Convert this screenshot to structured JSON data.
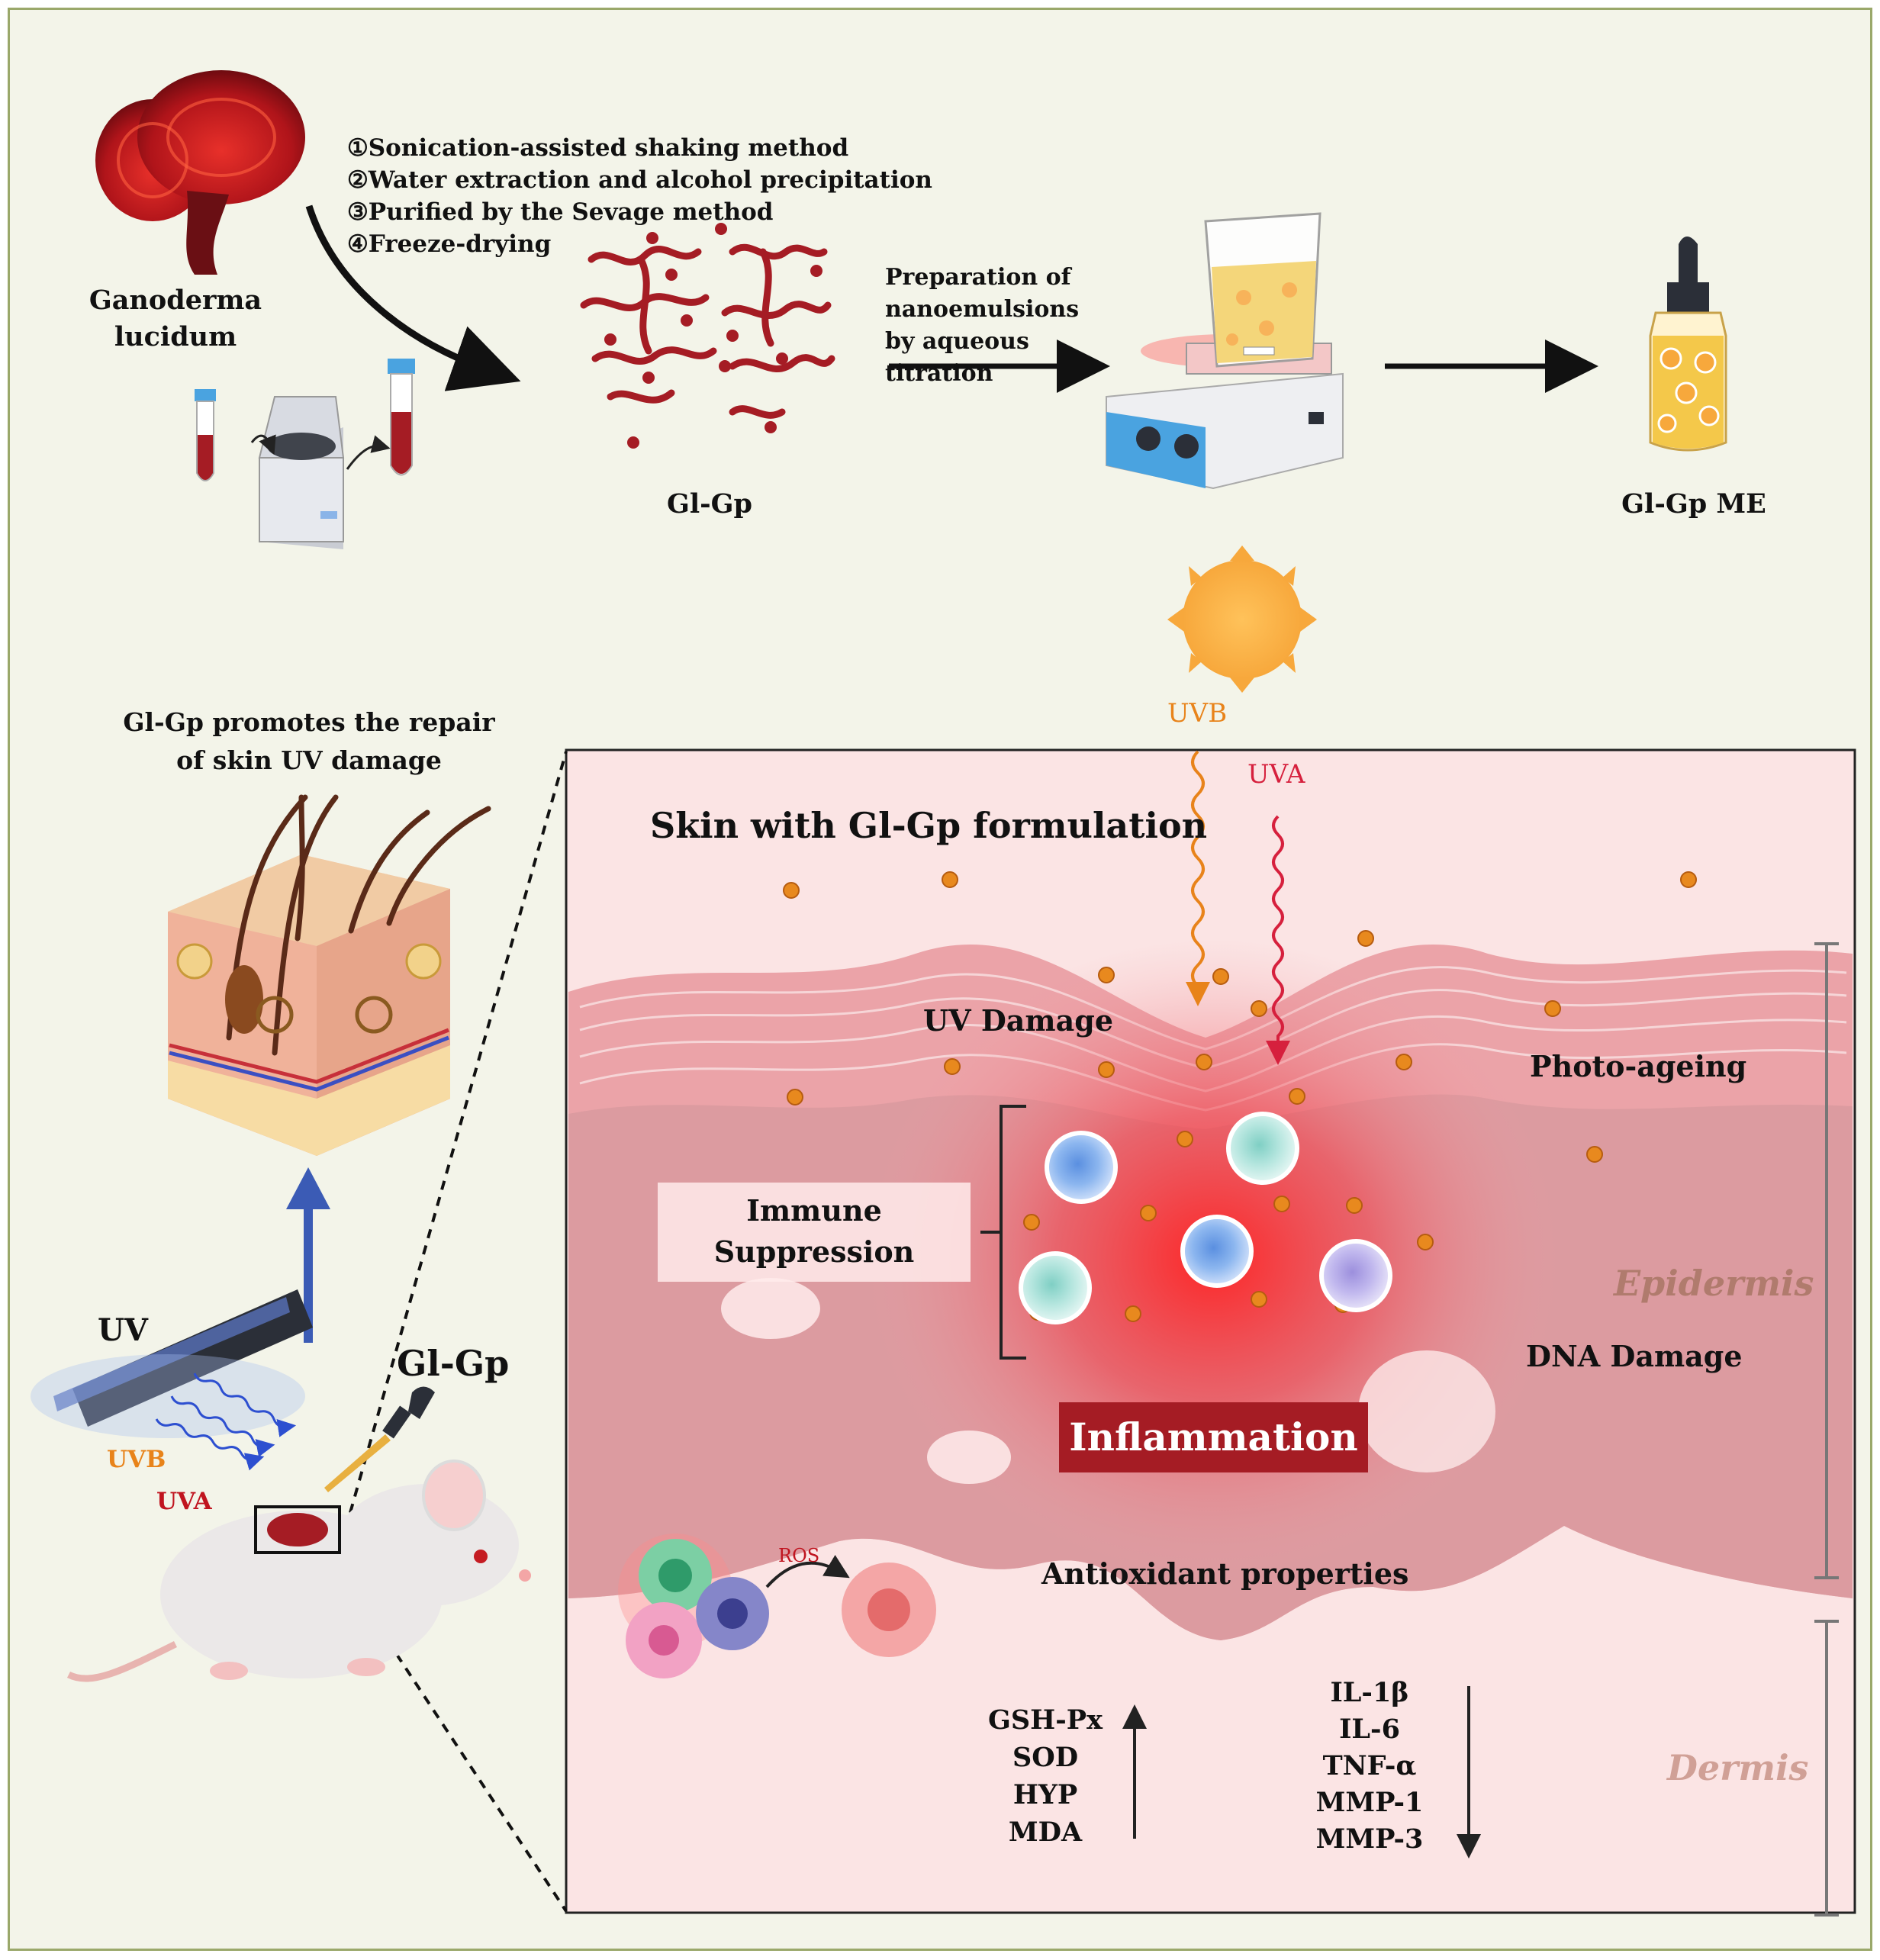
{
  "process": {
    "steps": [
      "①Sonication-assisted shaking method",
      "②Water extraction and alcohol precipitation",
      "③Purified by the Sevage method",
      "④Freeze-drying"
    ],
    "source_label": "Ganoderma lucidum",
    "polysaccharide_label": "Gl-Gp",
    "prep_label": "Preparation of nanoemulsions by aqueous titration",
    "product_label": "Gl-Gp ME"
  },
  "model": {
    "title": "Gl-Gp promotes the repair of skin UV damage",
    "uv_lamp_label": "UV",
    "uvb_label": "UVB",
    "uva_label": "UVA",
    "treatment_label": "Gl-Gp"
  },
  "skin_panel": {
    "title": "Skin with Gl-Gp formulation",
    "uvb_label": "UVB",
    "uva_label": "UVA",
    "uv_damage": "UV Damage",
    "photo_ageing": "Photo-ageing",
    "immune_suppression": "Immune Suppression",
    "inflammation": "Inflammation",
    "dna_damage": "DNA Damage",
    "antioxidant": "Antioxidant properties",
    "ros": "ROS",
    "epidermis": "Epidermis",
    "dermis": "Dermis",
    "up_markers": [
      "GSH-Px",
      "SOD",
      "HYP",
      "MDA"
    ],
    "down_markers": [
      "IL-1β",
      "IL-6",
      "TNF-α",
      "MMP-1",
      "MMP-3"
    ]
  },
  "colors": {
    "frame": "#9aa86a",
    "background": "#f3f4e9",
    "skin": "#f2a4aa",
    "inflammation_box": "#a51c24",
    "uvb": "#e8831a",
    "uva": "#d6203d",
    "layer_label": "#b07b6d"
  }
}
